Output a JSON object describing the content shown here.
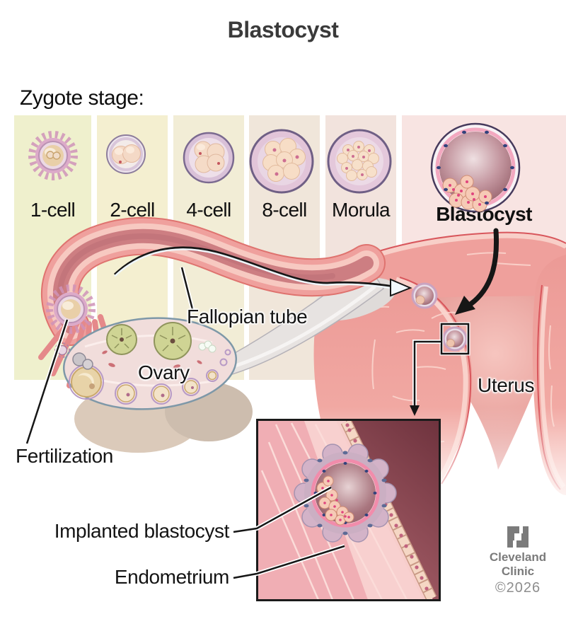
{
  "title": "Blastocyst",
  "zygote_section": {
    "label": "Zygote stage:"
  },
  "stages": [
    {
      "label": "1-cell"
    },
    {
      "label": "2-cell"
    },
    {
      "label": "4-cell"
    },
    {
      "label": "8-cell"
    },
    {
      "label": "Morula"
    },
    {
      "label": "Blastocyst"
    }
  ],
  "anatomy_labels": {
    "fallopian_tube": "Fallopian tube",
    "ovary": "Ovary",
    "fertilization": "Fertilization",
    "uterus": "Uterus"
  },
  "inset_labels": {
    "implanted_blastocyst": "Implanted blastocyst",
    "endometrium": "Endometrium"
  },
  "branding": {
    "name_line1": "Cleveland",
    "name_line2": "Clinic",
    "copyright": "©2026"
  },
  "colors": {
    "columns": [
      "#eff0cd",
      "#f4efd0",
      "#f2edd6",
      "#f0e6da",
      "#f2e3dd",
      "#f8e4e2"
    ],
    "uterus_wall": "#ef9f9b",
    "tube_inner": "#cd7e82",
    "arrow_black": "#161616",
    "title_gray": "#3a3a3a",
    "logo_gray": "#7b7b7b"
  }
}
